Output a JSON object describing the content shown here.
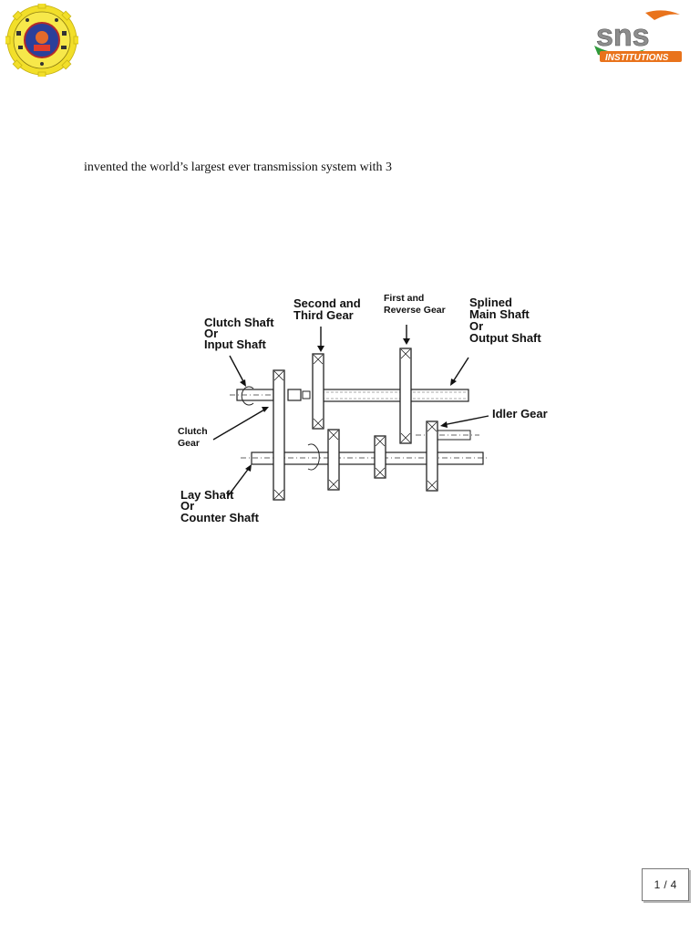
{
  "header": {
    "left_logo_icon": "college-seal-icon",
    "right_logo_text": "sns",
    "right_logo_subtext": "INSTITUTIONS",
    "right_logo_colors": {
      "primary": "#2f9a3a",
      "accent": "#e9731c"
    }
  },
  "body": {
    "text": "invented the world’s largest ever transmission system with 3"
  },
  "diagram": {
    "labels": {
      "clutch_shaft": [
        "Clutch Shaft",
        "Or",
        "Input Shaft"
      ],
      "second_third": [
        "Second and",
        "Third Gear"
      ],
      "first_reverse": [
        "First and",
        "Reverse Gear"
      ],
      "splined": [
        "Splined",
        "Main Shaft",
        "Or",
        "Output Shaft"
      ],
      "clutch_gear": [
        "Clutch",
        "Gear"
      ],
      "idler_gear": "Idler Gear",
      "lay_shaft": [
        "Lay Shaft",
        "Or",
        "Counter Shaft"
      ]
    }
  },
  "footer": {
    "page_current": "1",
    "page_sep": "/",
    "page_total": "4"
  }
}
